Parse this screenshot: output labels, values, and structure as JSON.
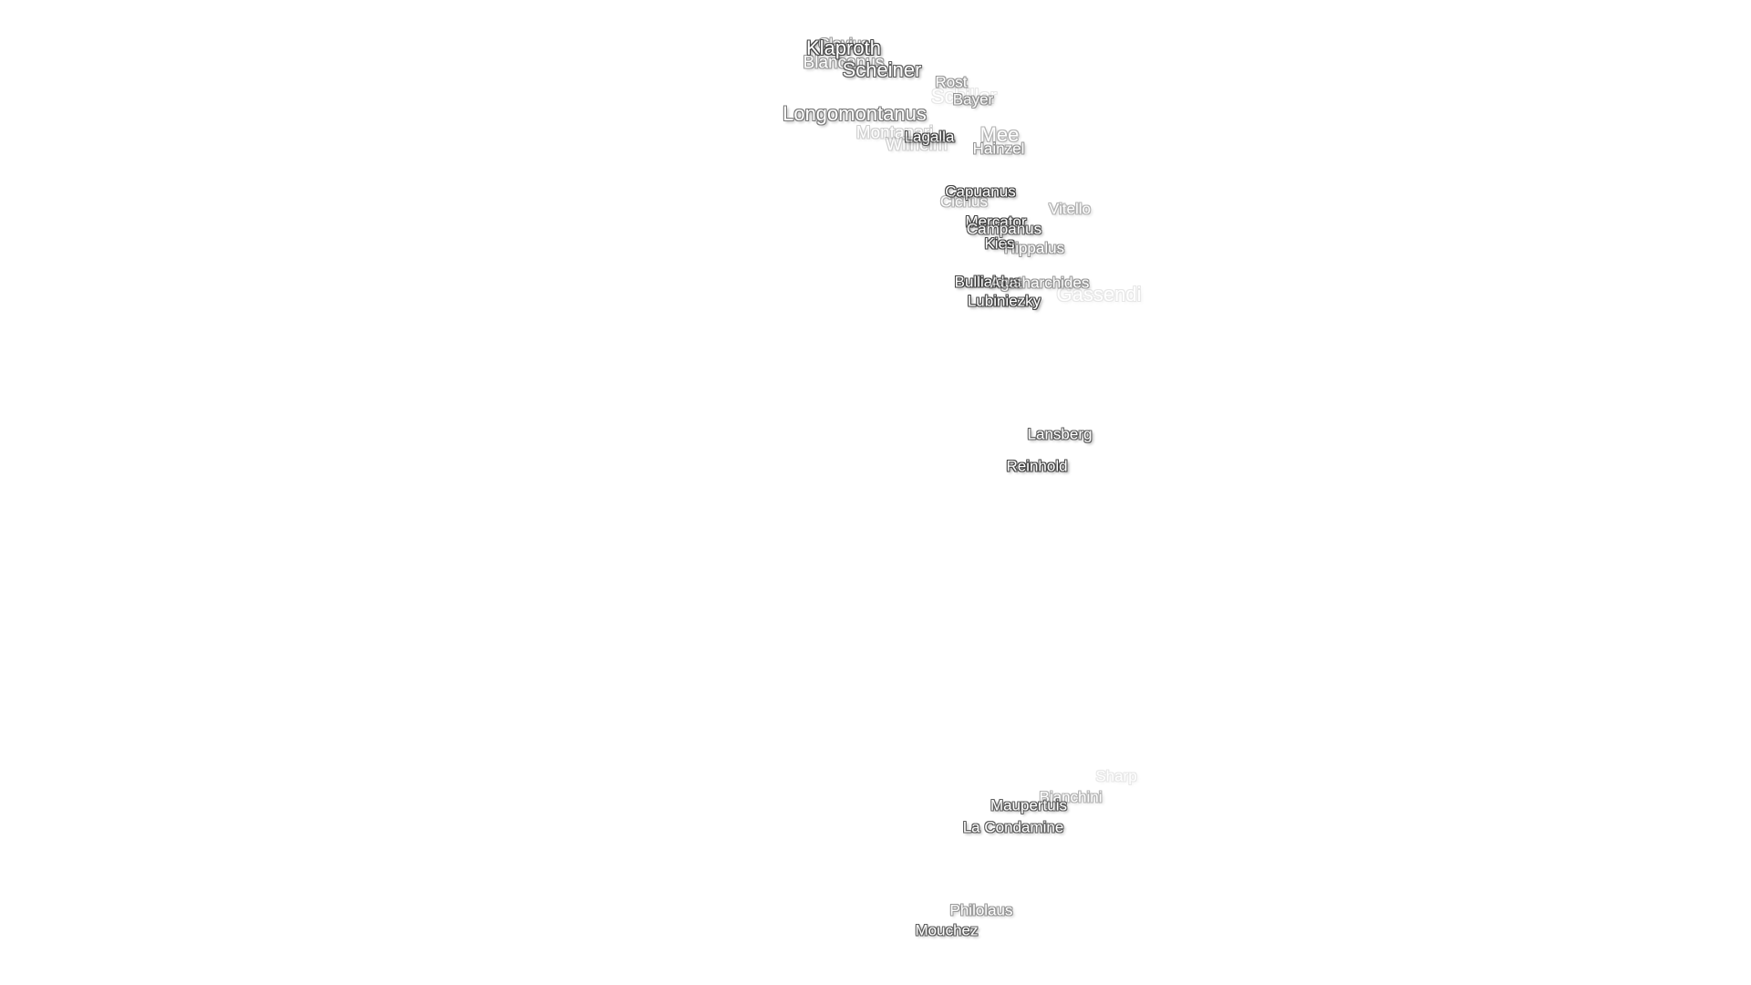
{
  "map": {
    "labels": [
      {
        "id": "clavius",
        "text": "Clavius"
      },
      {
        "id": "klaproth",
        "text": "Klaproth"
      },
      {
        "id": "blancanus",
        "text": "Blancanus"
      },
      {
        "id": "scheiner",
        "text": "Scheiner"
      },
      {
        "id": "rost",
        "text": "Rost"
      },
      {
        "id": "schiller",
        "text": "Schiller"
      },
      {
        "id": "bayer",
        "text": "Bayer"
      },
      {
        "id": "longomontanus",
        "text": "Longomontanus"
      },
      {
        "id": "montanari",
        "text": "Montanari"
      },
      {
        "id": "lagalla",
        "text": "Lagalla"
      },
      {
        "id": "mee",
        "text": "Mee"
      },
      {
        "id": "wilhelm",
        "text": "Wilhelm"
      },
      {
        "id": "hainzel",
        "text": "Hainzel"
      },
      {
        "id": "capuanus",
        "text": "Capuanus"
      },
      {
        "id": "cichus",
        "text": "Cichus"
      },
      {
        "id": "vitello",
        "text": "Vitello"
      },
      {
        "id": "mercator",
        "text": "Mercator"
      },
      {
        "id": "campanus",
        "text": "Campanus"
      },
      {
        "id": "kies",
        "text": "Kies"
      },
      {
        "id": "hippalus",
        "text": "Hippalus"
      },
      {
        "id": "bullialdus",
        "text": "Bullialdus"
      },
      {
        "id": "agatharchides",
        "text": "Agatharchides"
      },
      {
        "id": "lubiniezky",
        "text": "Lubiniezky"
      },
      {
        "id": "gassendi",
        "text": "Gassendi"
      },
      {
        "id": "lansberg",
        "text": "Lansberg"
      },
      {
        "id": "reinhold",
        "text": "Reinhold"
      },
      {
        "id": "sharp",
        "text": "Sharp"
      },
      {
        "id": "bianchini",
        "text": "Bianchini"
      },
      {
        "id": "maupertuis",
        "text": "Maupertuis"
      },
      {
        "id": "la-condamine",
        "text": "La Condamine"
      },
      {
        "id": "philolaus",
        "text": "Philolaus"
      },
      {
        "id": "mouchez",
        "text": "Mouchez"
      }
    ]
  }
}
